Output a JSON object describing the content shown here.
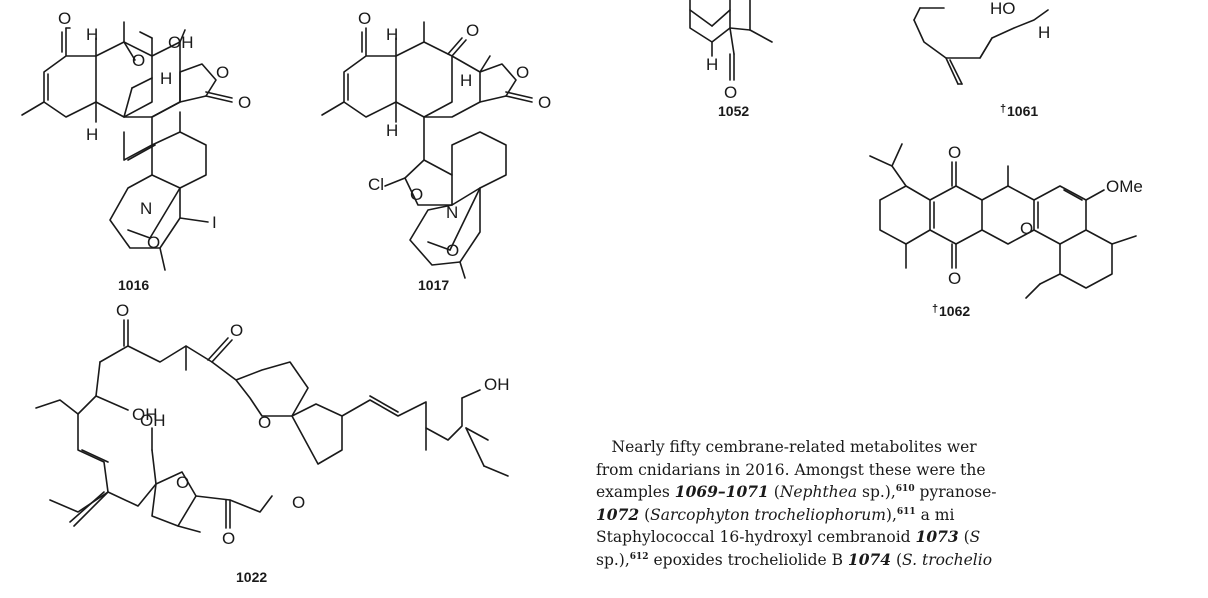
{
  "compounds": {
    "c1016": {
      "label": "1016",
      "atoms": {
        "o_ketone": "O",
        "h_top": "H",
        "o_bridge": "O",
        "oh": "OH",
        "h_mid": "H",
        "o_lactone": "O",
        "o_carbonyl": "O",
        "h_bottom": "H",
        "n": "N",
        "o_ether": "O",
        "iodo": "I"
      }
    },
    "c1017": {
      "label": "1017",
      "atoms": {
        "o_ketone": "O",
        "h_top": "H",
        "o_ketone2": "O",
        "h_mid": "H",
        "o_lactone": "O",
        "o_carbonyl": "O",
        "h_bottom": "H",
        "cl": "Cl",
        "o_epoxide": "O",
        "n": "N",
        "o_ether": "O"
      }
    },
    "c1022": {
      "label": "1022",
      "atoms": {
        "o_ket1": "O",
        "o_ket2": "O",
        "oh1": "OH",
        "oh2": "OH",
        "o_thf1": "O",
        "o_thf2": "O",
        "o_ester": "O",
        "o_carbonyl": "O",
        "oh3": "OH"
      }
    },
    "c1052": {
      "label": "1052",
      "atoms": {
        "h": "H",
        "o": "O"
      }
    },
    "c1061": {
      "dagger": "†",
      "label": "1061",
      "atoms": {
        "ho": "HO",
        "h": "H"
      }
    },
    "c1062": {
      "dagger": "†",
      "label": "1062",
      "atoms": {
        "o_top": "O",
        "ome": "OMe",
        "o_ring": "O",
        "o_bottom": "O"
      }
    }
  },
  "paragraph": {
    "line1": "Nearly fifty cembrane-related metabolites wer",
    "line2": "from cnidarians in 2016. Amongst these were the",
    "line3": {
      "t1": "examples ",
      "c1": "1069–1071",
      "t2": " (",
      "sp1": "Nephthea",
      "t3": " sp.),",
      "ref1": "610",
      "t4": " pyranose-"
    },
    "line4": {
      "c1": "1072",
      "t1": " (",
      "sp1": "Sarcophyton trocheliophorum",
      "t2": "),",
      "ref1": "611",
      "t3": " a mi"
    },
    "line5": {
      "t1": "Staphylococcal 16-hydroxyl cembranoid ",
      "c1": "1073",
      "t2": " (",
      "sp1": "S"
    },
    "line6": {
      "t1": "sp.),",
      "ref1": "612",
      "t2": " epoxides trocheliolide B ",
      "c1": "1074",
      "t3": " (",
      "sp1": "S. trochelio"
    }
  }
}
